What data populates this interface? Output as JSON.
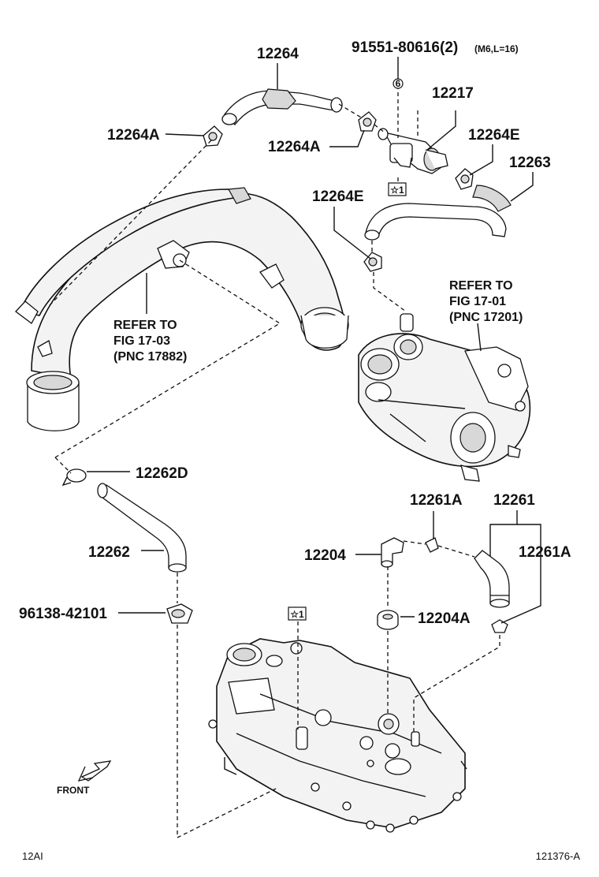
{
  "labels": {
    "p12264": "12264",
    "p91551": "91551-80616(2)",
    "p91551_spec": "(M6,L=16)",
    "p12217": "12217",
    "p12264A_left": "12264A",
    "p12264A_mid": "12264A",
    "p12264E_top": "12264E",
    "p12263": "12263",
    "p12264E_mid": "12264E",
    "p12262D": "12262D",
    "p12262": "12262",
    "p96138": "96138-42101",
    "p12261A_top": "12261A",
    "p12261": "12261",
    "p12204": "12204",
    "p12261A_right": "12261A",
    "p12204A": "12204A"
  },
  "marker_circle": "6",
  "markers": {
    "star_top": "☆1",
    "star_bottom": "☆1"
  },
  "refer_17_03": [
    "REFER TO",
    "FIG 17-03",
    "(PNC 17882)"
  ],
  "refer_17_01": [
    "REFER TO",
    "FIG 17-01",
    "(PNC 17201)"
  ],
  "front_label": "FRONT",
  "corner_left": "12AI",
  "corner_right": "121376-A"
}
